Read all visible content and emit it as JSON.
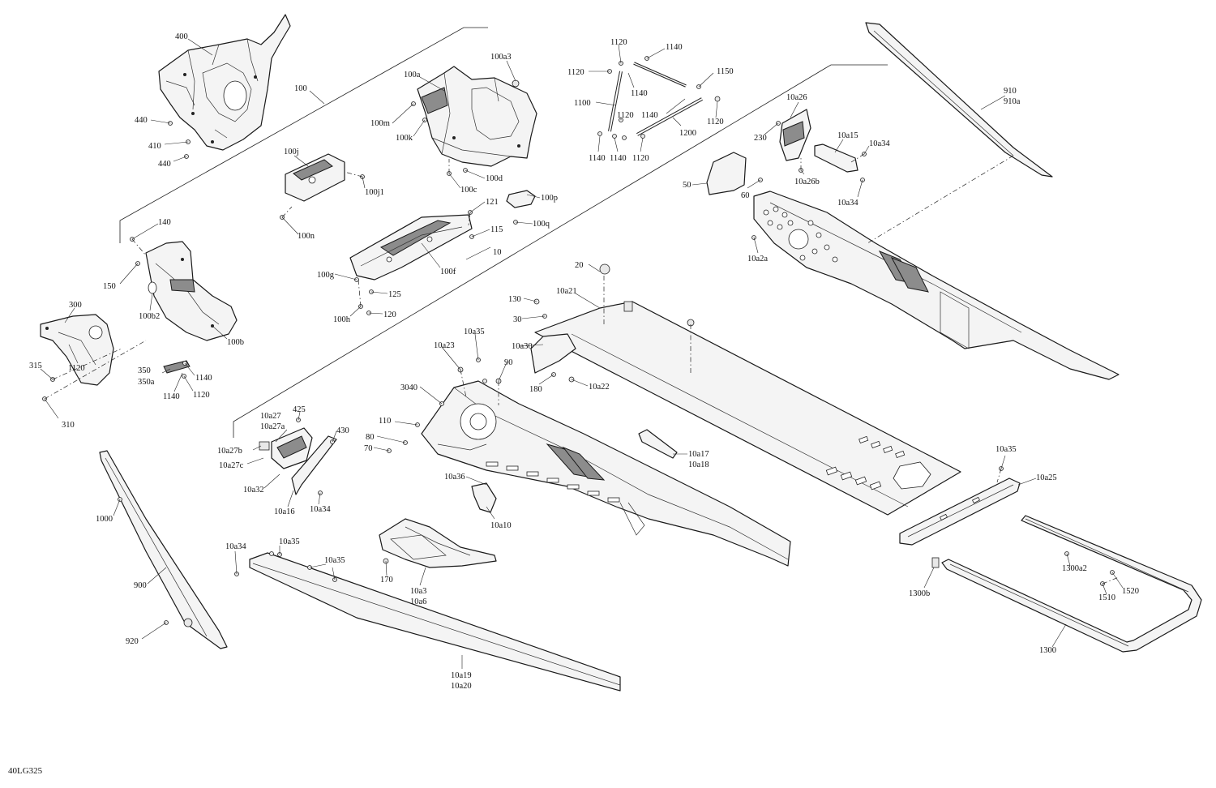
{
  "figure_code": "40LG325",
  "callouts": [
    {
      "id": "c400",
      "text": "400"
    },
    {
      "id": "c100",
      "text": "100"
    },
    {
      "id": "c440a",
      "text": "440"
    },
    {
      "id": "c410",
      "text": "410"
    },
    {
      "id": "c440b",
      "text": "440"
    },
    {
      "id": "c100j",
      "text": "100j"
    },
    {
      "id": "c100j1",
      "text": "100j1"
    },
    {
      "id": "c100n",
      "text": "100n"
    },
    {
      "id": "c100a",
      "text": "100a"
    },
    {
      "id": "c100a3",
      "text": "100a3"
    },
    {
      "id": "c100m",
      "text": "100m"
    },
    {
      "id": "c100k",
      "text": "100k"
    },
    {
      "id": "c100d",
      "text": "100d"
    },
    {
      "id": "c100c",
      "text": "100c"
    },
    {
      "id": "c100p",
      "text": "100p"
    },
    {
      "id": "c100q",
      "text": "100q"
    },
    {
      "id": "c121",
      "text": "121"
    },
    {
      "id": "c115",
      "text": "115"
    },
    {
      "id": "c10",
      "text": "10"
    },
    {
      "id": "c100f",
      "text": "100f"
    },
    {
      "id": "c100g",
      "text": "100g"
    },
    {
      "id": "c125",
      "text": "125"
    },
    {
      "id": "c100h",
      "text": "100h"
    },
    {
      "id": "c120",
      "text": "120"
    },
    {
      "id": "c140",
      "text": "140"
    },
    {
      "id": "c150",
      "text": "150"
    },
    {
      "id": "c100b2",
      "text": "100b2"
    },
    {
      "id": "c100b",
      "text": "100b"
    },
    {
      "id": "c300",
      "text": "300"
    },
    {
      "id": "c315",
      "text": "315"
    },
    {
      "id": "c1120a",
      "text": "1120"
    },
    {
      "id": "c350",
      "text": "350"
    },
    {
      "id": "c350a",
      "text": "350a"
    },
    {
      "id": "c1140a",
      "text": "1140"
    },
    {
      "id": "c1140b",
      "text": "1140"
    },
    {
      "id": "c1120b",
      "text": "1120"
    },
    {
      "id": "c310",
      "text": "310"
    },
    {
      "id": "c1120c",
      "text": "1120"
    },
    {
      "id": "c1140c",
      "text": "1140"
    },
    {
      "id": "c1120d",
      "text": "1120"
    },
    {
      "id": "c1140d",
      "text": "1140"
    },
    {
      "id": "c1150",
      "text": "1150"
    },
    {
      "id": "c1100",
      "text": "1100"
    },
    {
      "id": "c1120e",
      "text": "1120"
    },
    {
      "id": "c1140e",
      "text": "1140"
    },
    {
      "id": "c1200",
      "text": "1200"
    },
    {
      "id": "c1120f",
      "text": "1120"
    },
    {
      "id": "c1140f",
      "text": "1140"
    },
    {
      "id": "c1140g",
      "text": "1140"
    },
    {
      "id": "c1120g",
      "text": "1120"
    },
    {
      "id": "c910",
      "text": "910"
    },
    {
      "id": "c910a",
      "text": "910a"
    },
    {
      "id": "c10a26",
      "text": "10a26"
    },
    {
      "id": "c230",
      "text": "230"
    },
    {
      "id": "c10a15",
      "text": "10a15"
    },
    {
      "id": "c10a34a",
      "text": "10a34"
    },
    {
      "id": "c10a26b",
      "text": "10a26b"
    },
    {
      "id": "c10a34b",
      "text": "10a34"
    },
    {
      "id": "c50",
      "text": "50"
    },
    {
      "id": "c60",
      "text": "60"
    },
    {
      "id": "c10a2a",
      "text": "10a2a"
    },
    {
      "id": "c20",
      "text": "20"
    },
    {
      "id": "c10a21",
      "text": "10a21"
    },
    {
      "id": "c130",
      "text": "130"
    },
    {
      "id": "c30",
      "text": "30"
    },
    {
      "id": "c10a35a",
      "text": "10a35"
    },
    {
      "id": "c10a23",
      "text": "10a23"
    },
    {
      "id": "c10a30",
      "text": "10a30"
    },
    {
      "id": "c90",
      "text": "90"
    },
    {
      "id": "c180",
      "text": "180"
    },
    {
      "id": "c10a22",
      "text": "10a22"
    },
    {
      "id": "c3040",
      "text": "3040"
    },
    {
      "id": "c110",
      "text": "110"
    },
    {
      "id": "c80",
      "text": "80"
    },
    {
      "id": "c70",
      "text": "70"
    },
    {
      "id": "c10a36",
      "text": "10a36"
    },
    {
      "id": "c10a10",
      "text": "10a10"
    },
    {
      "id": "c10a17",
      "text": "10a17"
    },
    {
      "id": "c10a18",
      "text": "10a18"
    },
    {
      "id": "c425",
      "text": "425"
    },
    {
      "id": "c10a27",
      "text": "10a27"
    },
    {
      "id": "c10a27a",
      "text": "10a27a"
    },
    {
      "id": "c430",
      "text": "430"
    },
    {
      "id": "c10a27b",
      "text": "10a27b"
    },
    {
      "id": "c10a27c",
      "text": "10a27c"
    },
    {
      "id": "c10a32",
      "text": "10a32"
    },
    {
      "id": "c10a16",
      "text": "10a16"
    },
    {
      "id": "c10a34c",
      "text": "10a34"
    },
    {
      "id": "c1000",
      "text": "1000"
    },
    {
      "id": "c900",
      "text": "900"
    },
    {
      "id": "c920",
      "text": "920"
    },
    {
      "id": "c10a34d",
      "text": "10a34"
    },
    {
      "id": "c10a35b",
      "text": "10a35"
    },
    {
      "id": "c10a35c",
      "text": "10a35"
    },
    {
      "id": "c170",
      "text": "170"
    },
    {
      "id": "c10a3",
      "text": "10a3"
    },
    {
      "id": "c10a6",
      "text": "10a6"
    },
    {
      "id": "c10a19",
      "text": "10a19"
    },
    {
      "id": "c10a20",
      "text": "10a20"
    },
    {
      "id": "c10a35d",
      "text": "10a35"
    },
    {
      "id": "c10a25",
      "text": "10a25"
    },
    {
      "id": "c1300a2",
      "text": "1300a2"
    },
    {
      "id": "c1300b",
      "text": "1300b"
    },
    {
      "id": "c1520",
      "text": "1520"
    },
    {
      "id": "c1510",
      "text": "1510"
    },
    {
      "id": "c1300",
      "text": "1300"
    }
  ]
}
